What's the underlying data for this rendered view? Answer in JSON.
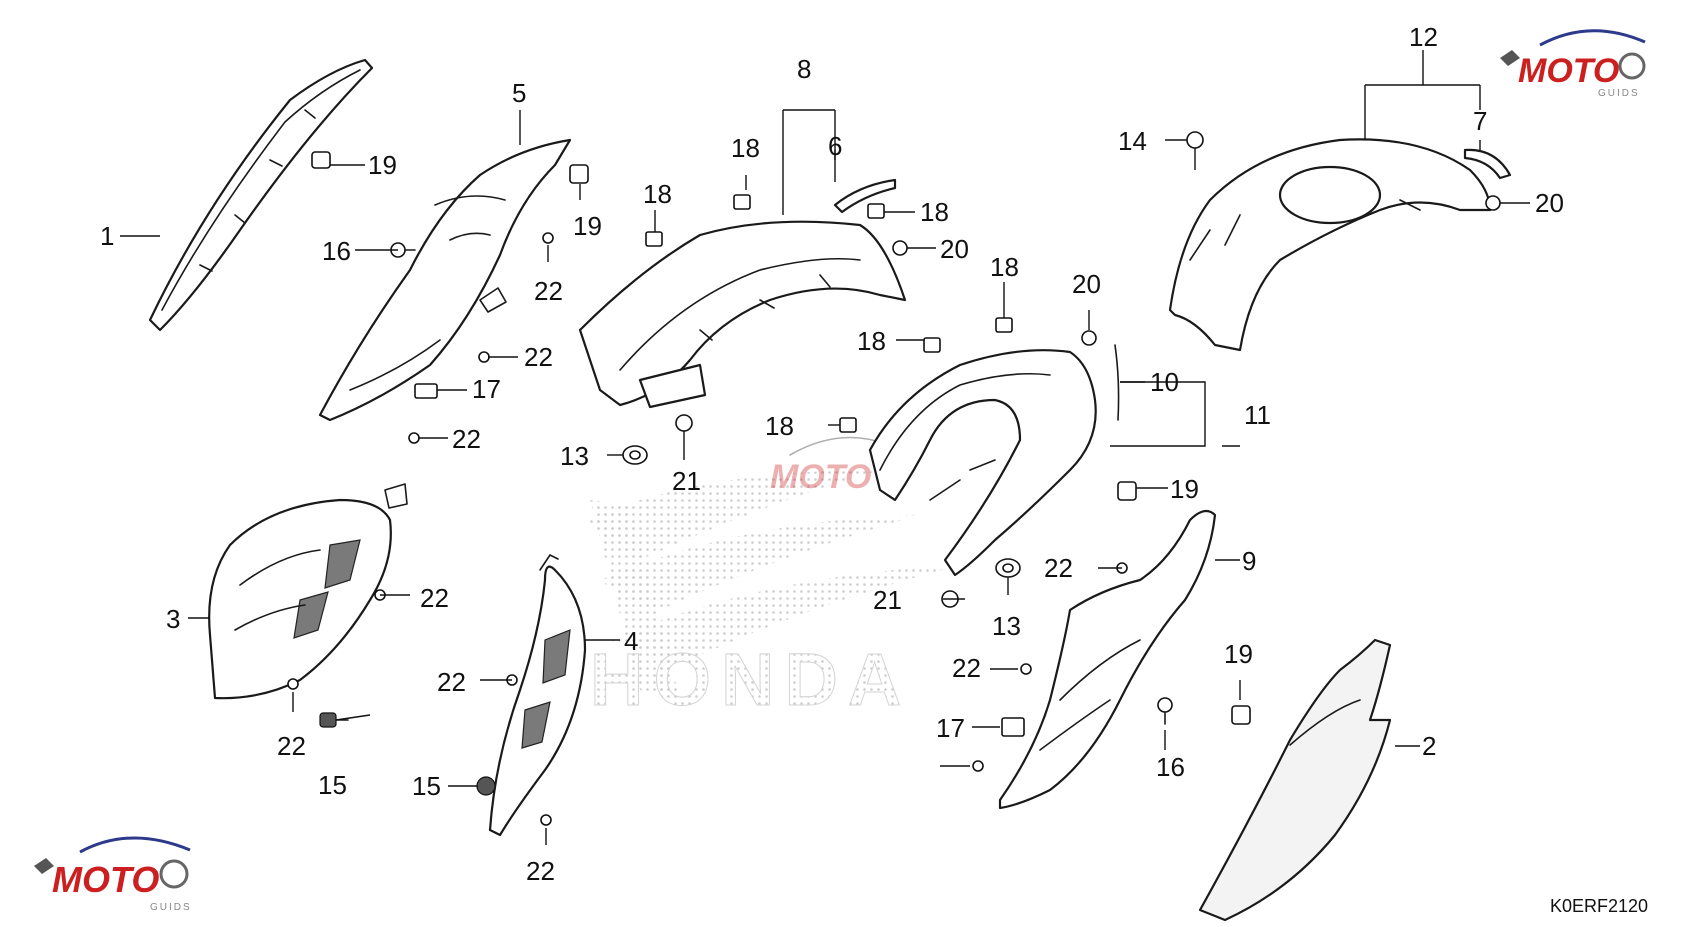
{
  "diagram_code": "K0ERF2120",
  "watermark": {
    "brand_text": "MOTO",
    "brand_subtext": "GUIDS",
    "background_text": "HONDA",
    "brand_color": "#cc1f1f",
    "accent_color": "#2d3a8c"
  },
  "colors": {
    "line": "#1a1a1a",
    "grille": "#7a7a7a",
    "watermark_dots": "#c8c8c8"
  },
  "callouts": [
    "1",
    "2",
    "3",
    "4",
    "5",
    "6",
    "7",
    "8",
    "9",
    "10",
    "11",
    "12",
    "13",
    "13",
    "14",
    "15",
    "15",
    "16",
    "16",
    "17",
    "17",
    "18",
    "18",
    "18",
    "18",
    "18",
    "18",
    "19",
    "19",
    "19",
    "19",
    "20",
    "20",
    "20",
    "21",
    "21",
    "22",
    "22",
    "22",
    "22",
    "22",
    "22",
    "22",
    "22",
    "22"
  ]
}
